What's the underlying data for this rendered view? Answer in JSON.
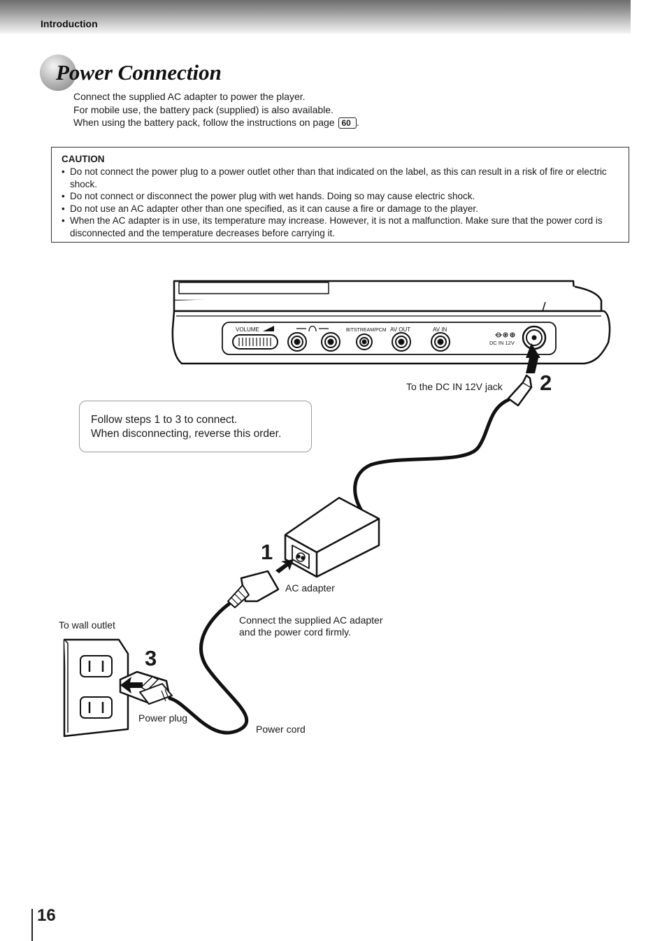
{
  "header": {
    "section": "Introduction"
  },
  "title": "Power Connection",
  "intro": {
    "line1": "Connect the supplied AC adapter to power the player.",
    "line2": "For mobile use, the battery pack (supplied) is also available.",
    "line3_prefix": "When using the battery pack, follow the instructions on page",
    "page_ref": "60",
    "line3_suffix": "."
  },
  "caution": {
    "heading": "CAUTION",
    "items": [
      "Do not connect the power plug to a power outlet other than that indicated on the label, as this can result in a risk of fire or electric shock.",
      "Do not connect or disconnect the power plug with wet hands. Doing so may cause electric shock.",
      "Do not use an AC adapter other than one specified, as it can cause a fire or damage to the player.",
      "When the AC adapter is in use, its temperature may increase. However, it is not a malfunction. Make sure that the power cord is disconnected and the temperature decreases before carrying it."
    ]
  },
  "note": {
    "line1": "Follow steps 1 to 3 to connect.",
    "line2": "When disconnecting, reverse this order."
  },
  "panel": {
    "volume": "VOLUME",
    "bitstream": "BITSTREAM/PCM",
    "av_out": "AV OUT",
    "av_in": "AV IN",
    "dc_in": "DC IN 12V"
  },
  "labels": {
    "dc_jack": "To the DC IN 12V jack",
    "ac_adapter": "AC adapter",
    "connect_firmly_1": "Connect the supplied AC adapter",
    "connect_firmly_2": "and the power cord firmly.",
    "wall_outlet": "To wall outlet",
    "power_plug": "Power plug",
    "power_cord": "Power cord"
  },
  "steps": {
    "s1": "1",
    "s2": "2",
    "s3": "3"
  },
  "page_number": "16"
}
